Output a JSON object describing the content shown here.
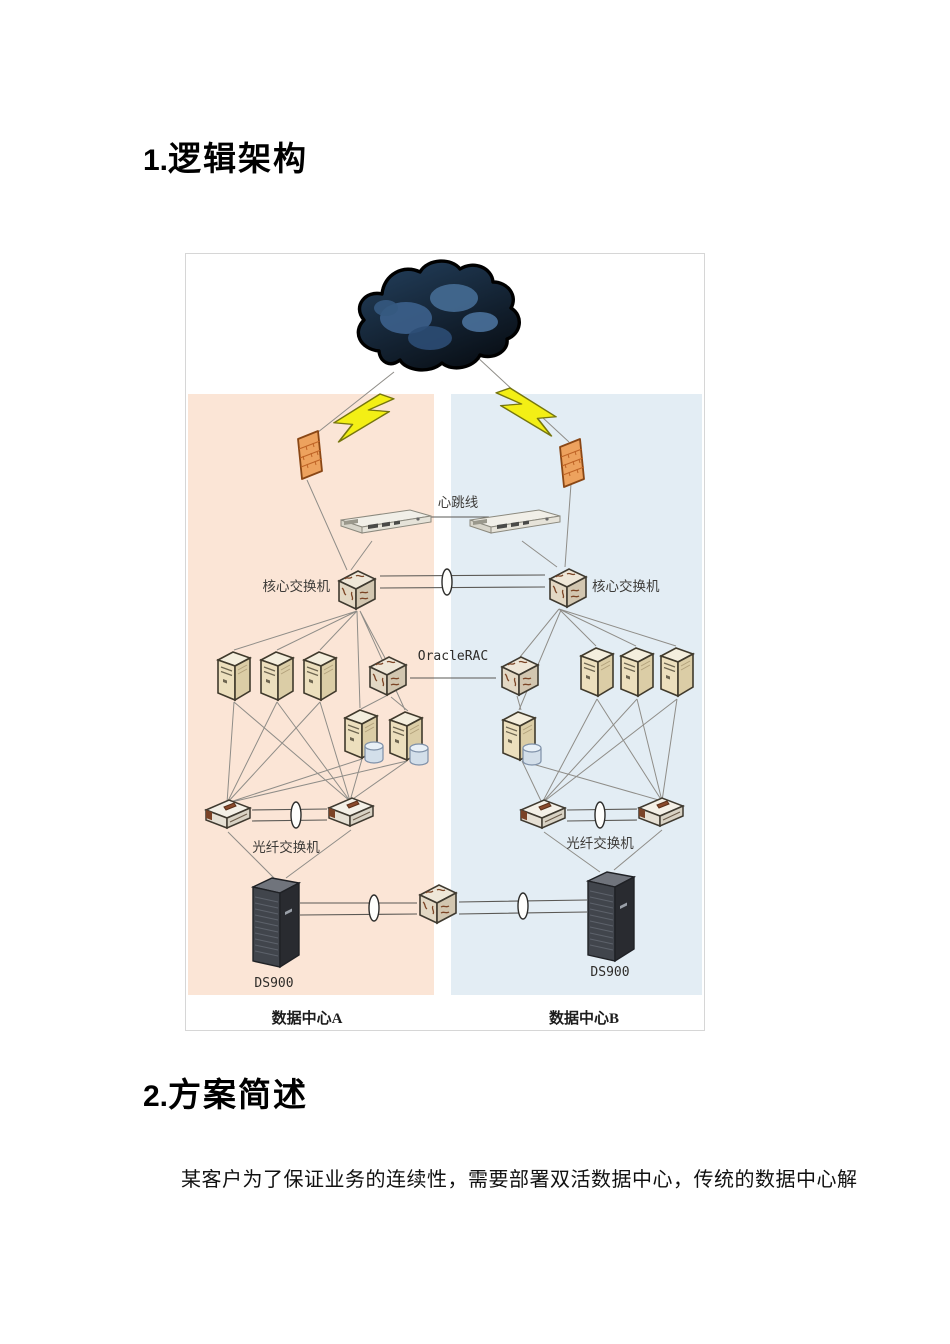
{
  "document": {
    "heading1": {
      "number": "1.",
      "title": "逻辑架构"
    },
    "heading2": {
      "number": "2.",
      "title": "方案简述"
    },
    "paragraph": "某客户为了保证业务的连续性，需要部署双活数据中心，传统的数据中心解"
  },
  "diagram": {
    "labels": {
      "heartbeat": "心跳线",
      "core_switch_a": "核心交换机",
      "core_switch_b": "核心交换机",
      "oracle_rac": "OracleRAC",
      "fiber_switch_a": "光纤交换机",
      "fiber_switch_b": "光纤交换机",
      "storage_a": "DS900",
      "storage_b": "DS900",
      "datacenter_a": "数据中心A",
      "datacenter_b": "数据中心B"
    },
    "colors": {
      "panel_a": "#fbe5d6",
      "panel_b": "#e3edf4",
      "cloud_dark": "#13202f",
      "cloud_light": "#41678f",
      "lightning": "#f3ef15",
      "firewall": "#eda25e",
      "server_beige": "#ecdfbd",
      "storage_dark": "#41454c",
      "line": "#8f8d88"
    },
    "icons": {
      "internet": "internet-cloud-icon",
      "wan_link": "lightning-bolt-icon",
      "firewall": "firewall-icon",
      "heartbeat_server": "rack-server-icon",
      "core_switch": "switch-cube-icon",
      "app_server": "tower-server-icon",
      "db_server": "db-server-icon",
      "rac_switch": "switch-cube-icon",
      "fiber_switch": "fiber-switch-icon",
      "storage": "storage-array-icon",
      "link_coupler": "fiber-oval-icon"
    }
  }
}
